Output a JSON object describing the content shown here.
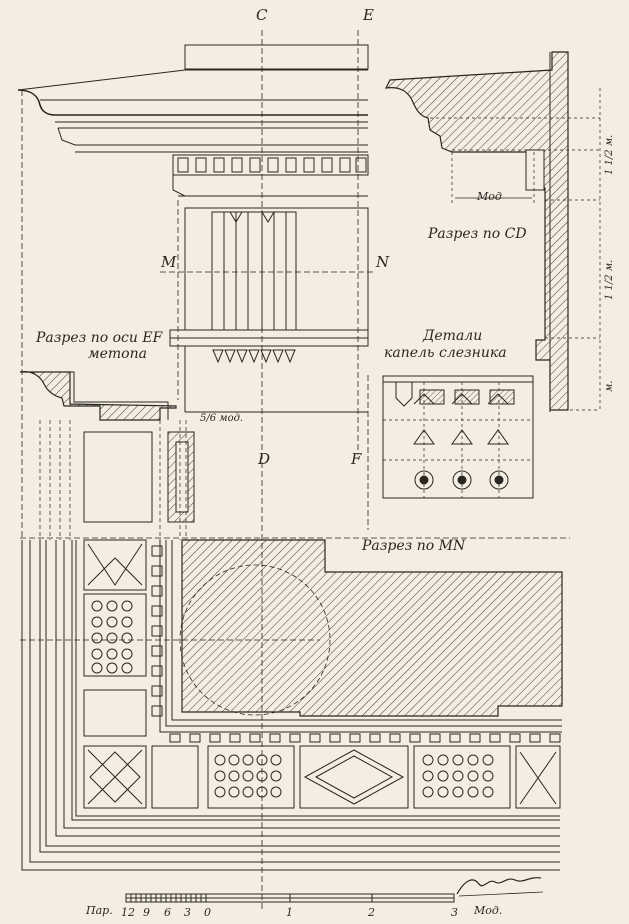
{
  "axis_labels": {
    "c": "C",
    "e": "E",
    "d": "D",
    "f": "F",
    "m": "M",
    "n": "N"
  },
  "titles": {
    "section_cd": "Разрез по CD",
    "section_ef_line1": "Разрез по оси EF",
    "section_ef_line2": "метопа",
    "details_line1": "Детали",
    "details_line2": "капель слезника",
    "section_mn": "Разрез по MN"
  },
  "dimensions": {
    "mod": "Мод",
    "five_sixth_mod": "5/6 мод.",
    "one_half_m_top": "1 1/2 м.",
    "one_half_m_mid": "1 1/2 м.",
    "m_bottom": "м."
  },
  "scale_bar": {
    "left_label": "Пар.",
    "right_label": "Мод.",
    "ticks": [
      "12",
      "9",
      "6",
      "3",
      "0",
      "1",
      "2",
      "3"
    ]
  },
  "signature": "signature",
  "colors": {
    "ink": "#2a2622",
    "paper": "#f4eee2"
  }
}
